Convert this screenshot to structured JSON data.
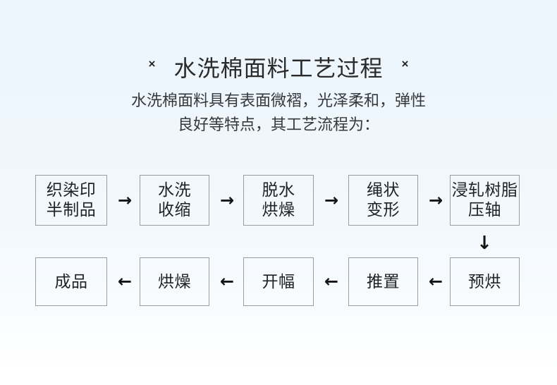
{
  "background": {
    "top_color": "#eef6fd",
    "bottom_color": "#ffffff"
  },
  "header": {
    "decor_left": "×",
    "decor_right": "×",
    "title": "水洗棉面料工艺过程",
    "subtitle_lines": [
      "水洗棉面料具有表面微褶，光泽柔和，弹性",
      "良好等特点，其工艺流程为："
    ]
  },
  "flowchart": {
    "box_border_color": "#9a9ea2",
    "text_color": "#1f2225",
    "arrow_color": "#141414",
    "rows": [
      {
        "direction": "left-to-right",
        "arrow_glyph": "→",
        "boxes": [
          {
            "id": "zhiranyin",
            "lines": [
              "织染印",
              "半制品"
            ]
          },
          {
            "id": "shuixi",
            "lines": [
              "水洗",
              "收缩"
            ]
          },
          {
            "id": "tuoshui",
            "lines": [
              "脱水",
              "烘燥"
            ]
          },
          {
            "id": "shengzhuang",
            "lines": [
              "绳状",
              "变形"
            ]
          },
          {
            "id": "jinzha",
            "lines": [
              "浸轧树脂",
              "压轴"
            ]
          }
        ]
      },
      {
        "direction": "right-to-left",
        "arrow_glyph": "←",
        "boxes": [
          {
            "id": "chengpin",
            "lines": [
              "成品"
            ]
          },
          {
            "id": "hongzao",
            "lines": [
              "烘燥"
            ]
          },
          {
            "id": "kaifu",
            "lines": [
              "开幅"
            ]
          },
          {
            "id": "tuizhi",
            "lines": [
              "推置"
            ]
          },
          {
            "id": "yuhong",
            "lines": [
              "预烘"
            ]
          }
        ]
      }
    ],
    "connector_down": {
      "glyph": "↓",
      "from": "jinzha",
      "to": "yuhong"
    }
  }
}
